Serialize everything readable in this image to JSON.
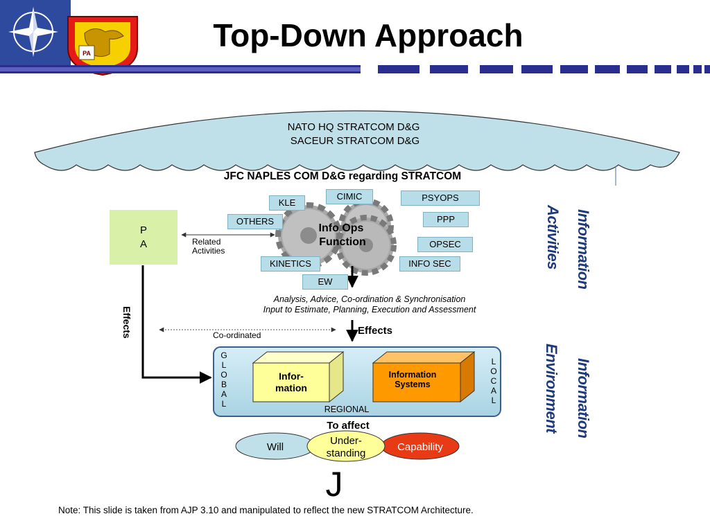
{
  "slide": {
    "title": "Top-Down Approach",
    "note": "Note: This slide is taken from AJP 3.10 and manipulated to reflect the new STRATCOM Architecture."
  },
  "crest": {
    "letters": "PA"
  },
  "cloud": {
    "line1": "NATO HQ STRATCOM D&G",
    "line2": "SACEUR STRATCOM D&G"
  },
  "jfc": "JFC NAPLES COM D&G regarding STRATCOM",
  "pa_box": {
    "line1": "P",
    "line2": "A"
  },
  "related": {
    "line1": "Related",
    "line2": "Activities"
  },
  "effects_vertical": "Effects",
  "info_ops": {
    "line1": "Info Ops",
    "line2": "Function",
    "activities": [
      "KLE",
      "CIMIC",
      "PSYOPS",
      "OTHERS",
      "PPP",
      "OPSEC",
      "KINETICS",
      "INFO SEC",
      "EW"
    ]
  },
  "analysis": {
    "line1": "Analysis, Advice, Co-ordination & Synchronisation",
    "line2": "Input to Estimate, Planning, Execution and Assessment"
  },
  "coordinated": "Co-ordinated",
  "effects_label": "Effects",
  "environment": {
    "left_letters": [
      "G",
      "L",
      "O",
      "B",
      "A",
      "L"
    ],
    "right_letters": [
      "L",
      "O",
      "C",
      "A",
      "L"
    ],
    "regional": "REGIONAL",
    "info_box": {
      "line1": "Infor-",
      "line2": "mation"
    },
    "systems_box": {
      "line1": "Information",
      "line2": "Systems"
    }
  },
  "to_affect": "To affect",
  "ellipses": {
    "will": "Will",
    "understanding_1": "Under-",
    "understanding_2": "standing",
    "capability": "Capability"
  },
  "smiley": "J",
  "side_labels": {
    "activities_1": "Information",
    "activities_2": "Activities",
    "environment_1": "Information",
    "environment_2": "Environment"
  },
  "colors": {
    "nato_blue": "#2e4a9e",
    "bar_blue": "#2a2f8f",
    "cloud": "#bfe0e8",
    "pa_green": "#d8f0a8",
    "label_blue": "#b7dde8",
    "info_yellow": "#ffff99",
    "systems_orange": "#ff9900",
    "capability_red": "#e83a14",
    "side_text": "#1f3a7a"
  }
}
